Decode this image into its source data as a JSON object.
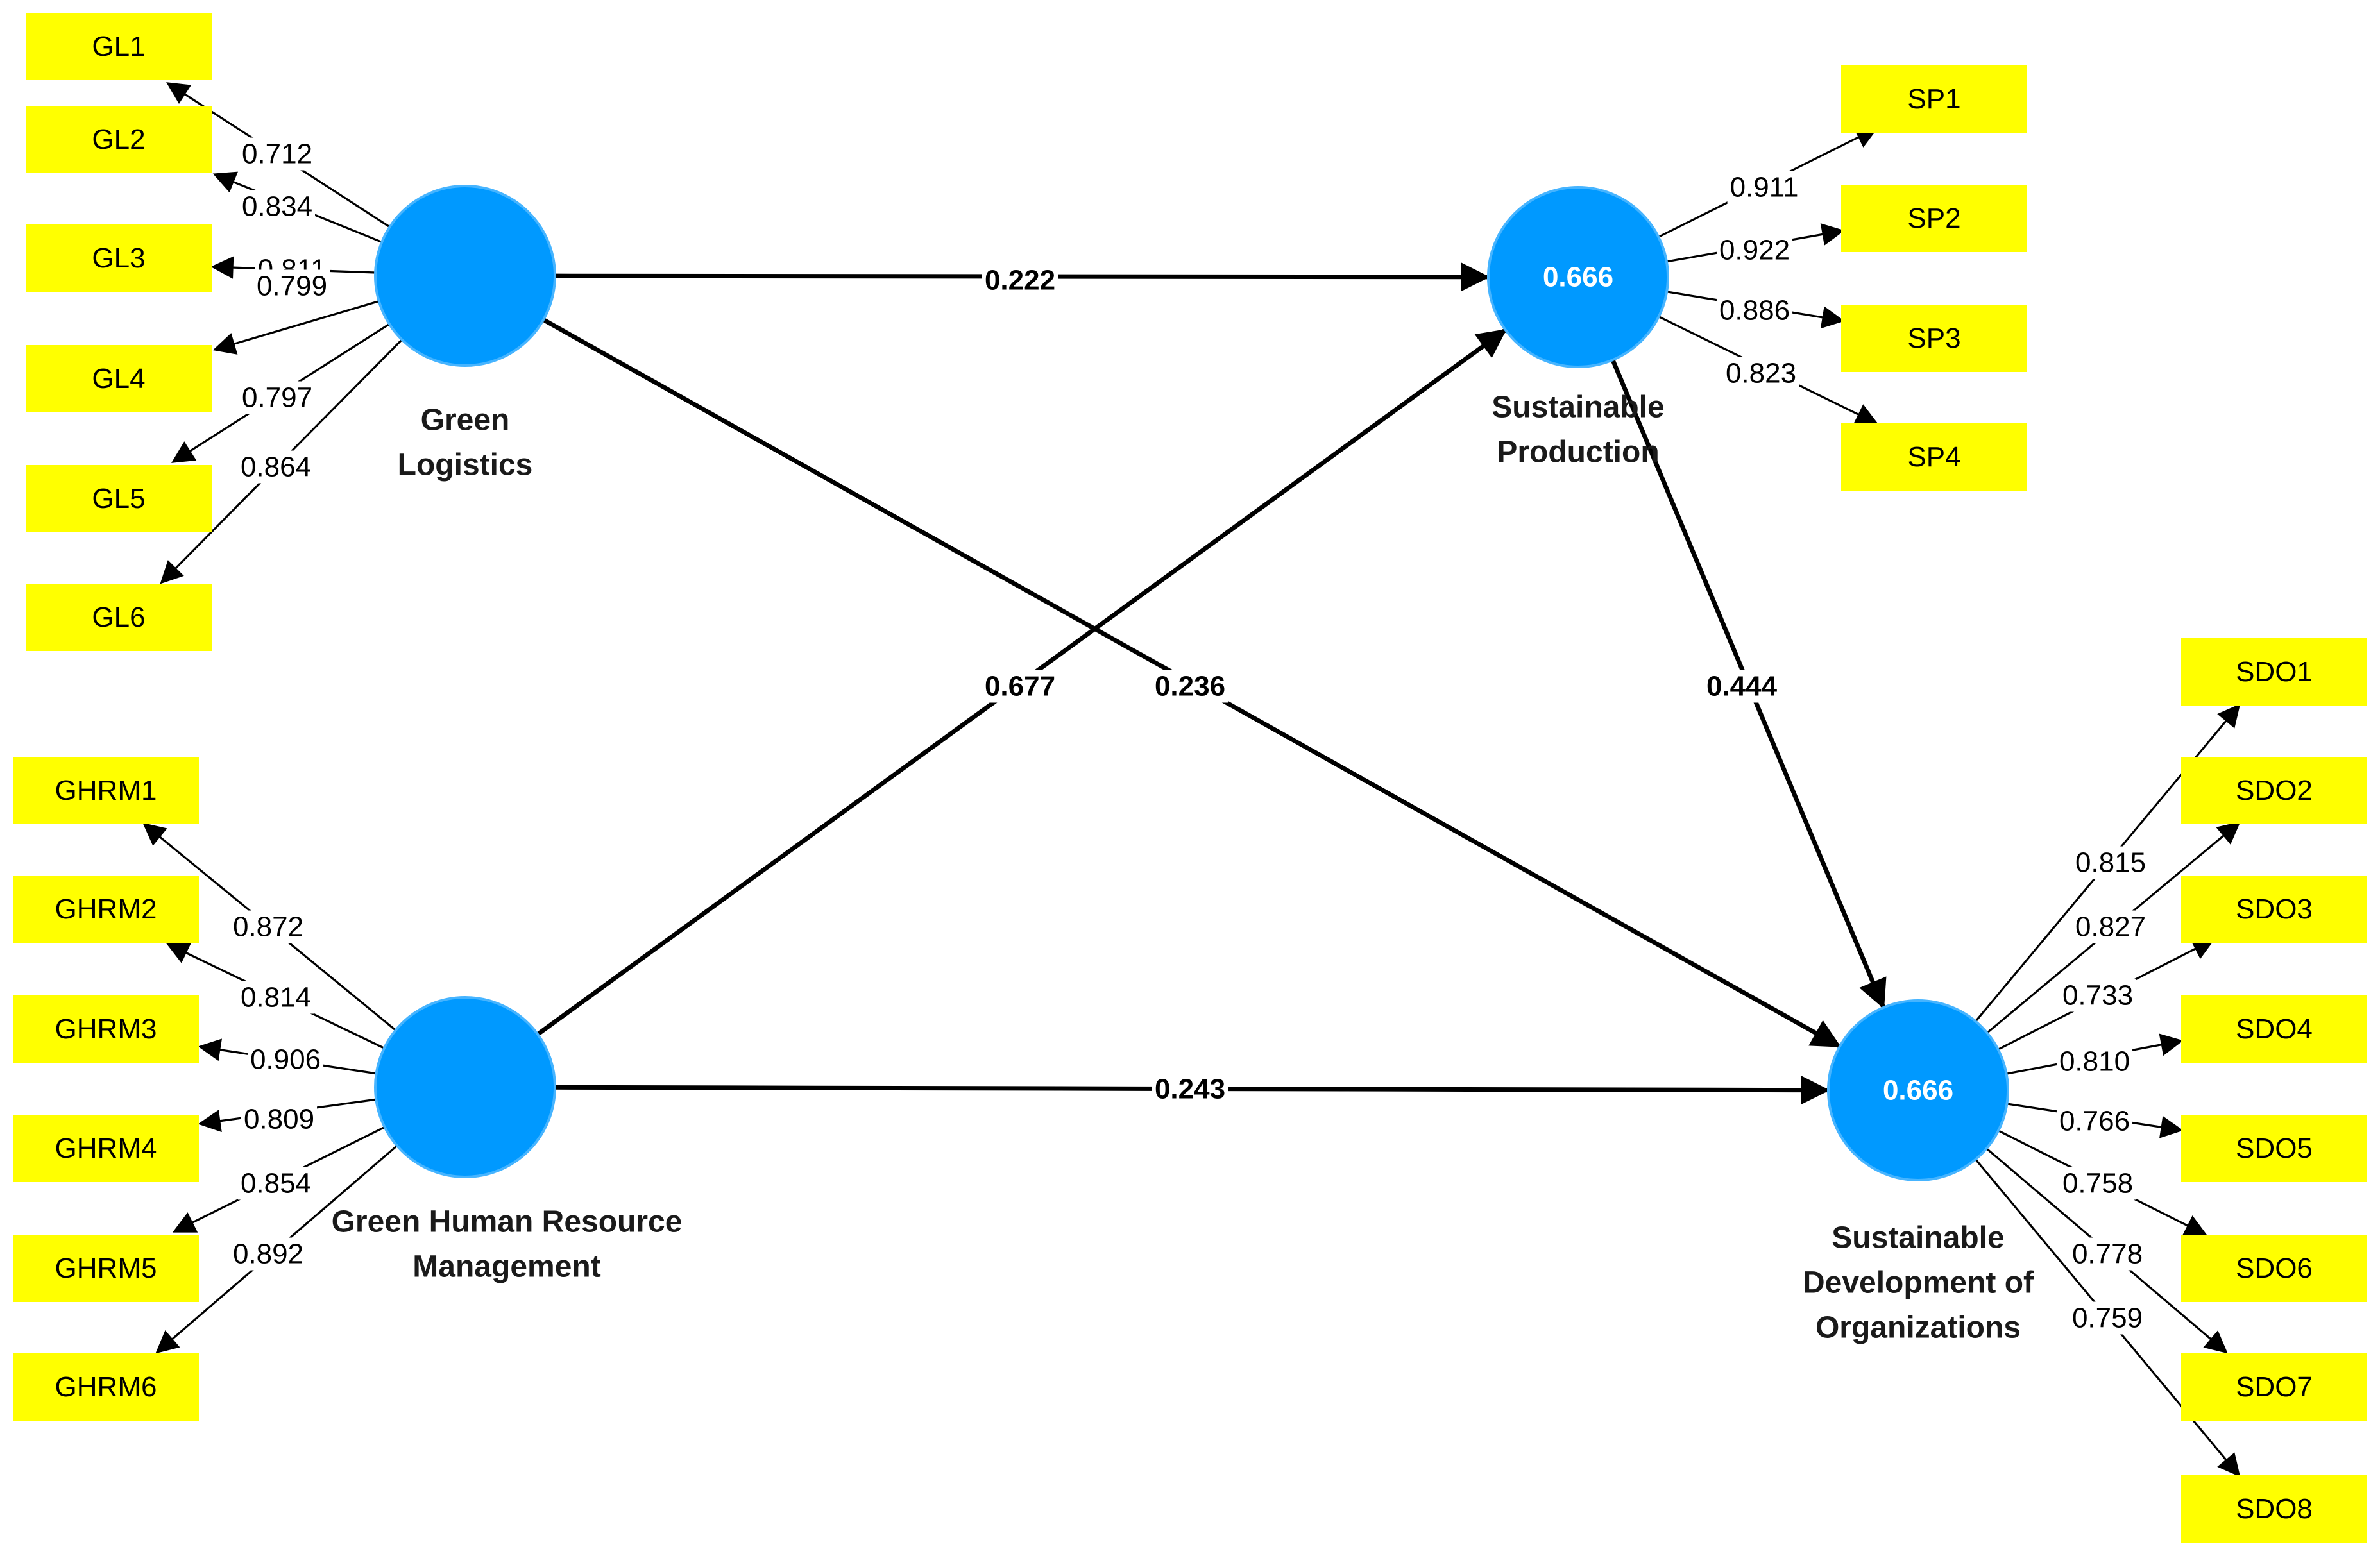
{
  "colors": {
    "indicator": "#ffff00",
    "construct": "#0099ff",
    "line": "#000000"
  },
  "constructs": [
    {
      "id": "GL",
      "name_lines": [
        "Green",
        "Logistics"
      ],
      "r2": ""
    },
    {
      "id": "GHRM",
      "name_lines": [
        "Green Human Resource",
        "Management"
      ],
      "r2": ""
    },
    {
      "id": "SP",
      "name_lines": [
        "Sustainable",
        "Production"
      ],
      "r2": "0.666"
    },
    {
      "id": "SDO",
      "name_lines": [
        "Sustainable",
        "Development of",
        "Organizations"
      ],
      "r2": "0.666"
    }
  ],
  "indicators": [
    {
      "id": "GL1",
      "construct": "GL",
      "loading": "0.712"
    },
    {
      "id": "GL2",
      "construct": "GL",
      "loading": "0.834"
    },
    {
      "id": "GL3",
      "construct": "GL",
      "loading": "0.811"
    },
    {
      "id": "GL4",
      "construct": "GL",
      "loading": "0.799"
    },
    {
      "id": "GL5",
      "construct": "GL",
      "loading": "0.797"
    },
    {
      "id": "GL6",
      "construct": "GL",
      "loading": "0.864"
    },
    {
      "id": "GHRM1",
      "construct": "GHRM",
      "loading": "0.872"
    },
    {
      "id": "GHRM2",
      "construct": "GHRM",
      "loading": "0.814"
    },
    {
      "id": "GHRM3",
      "construct": "GHRM",
      "loading": "0.906"
    },
    {
      "id": "GHRM4",
      "construct": "GHRM",
      "loading": "0.809"
    },
    {
      "id": "GHRM5",
      "construct": "GHRM",
      "loading": "0.854"
    },
    {
      "id": "GHRM6",
      "construct": "GHRM",
      "loading": "0.892"
    },
    {
      "id": "SP1",
      "construct": "SP",
      "loading": "0.911"
    },
    {
      "id": "SP2",
      "construct": "SP",
      "loading": "0.922"
    },
    {
      "id": "SP3",
      "construct": "SP",
      "loading": "0.886"
    },
    {
      "id": "SP4",
      "construct": "SP",
      "loading": "0.823"
    },
    {
      "id": "SDO1",
      "construct": "SDO",
      "loading": "0.815"
    },
    {
      "id": "SDO2",
      "construct": "SDO",
      "loading": "0.827"
    },
    {
      "id": "SDO3",
      "construct": "SDO",
      "loading": "0.733"
    },
    {
      "id": "SDO4",
      "construct": "SDO",
      "loading": "0.810"
    },
    {
      "id": "SDO5",
      "construct": "SDO",
      "loading": "0.766"
    },
    {
      "id": "SDO6",
      "construct": "SDO",
      "loading": "0.758"
    },
    {
      "id": "SDO7",
      "construct": "SDO",
      "loading": "0.778"
    },
    {
      "id": "SDO8",
      "construct": "SDO",
      "loading": "0.759"
    }
  ],
  "paths": [
    {
      "from": "GL",
      "to": "SP",
      "coef": "0.222"
    },
    {
      "from": "GL",
      "to": "SDO",
      "coef": "0.236"
    },
    {
      "from": "GHRM",
      "to": "SP",
      "coef": "0.677"
    },
    {
      "from": "GHRM",
      "to": "SDO",
      "coef": "0.243"
    },
    {
      "from": "SP",
      "to": "SDO",
      "coef": "0.444"
    }
  ]
}
